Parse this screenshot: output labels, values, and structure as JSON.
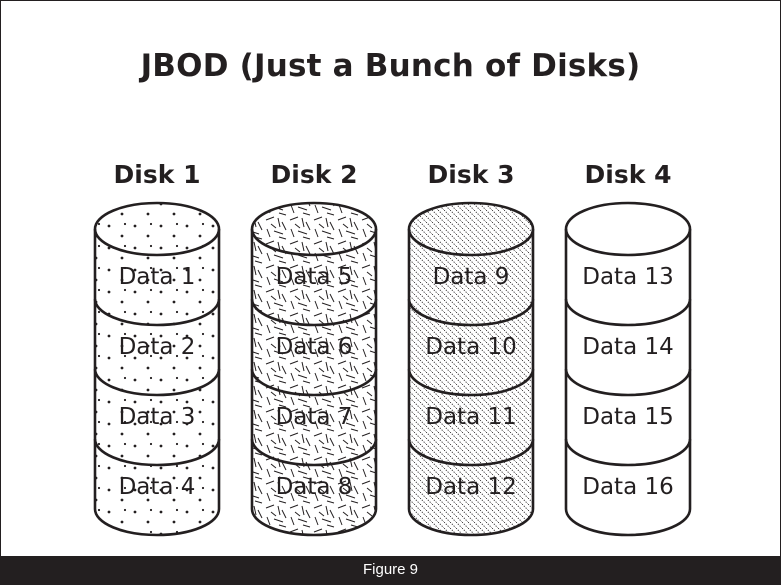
{
  "title": "JBOD (Just a Bunch of Disks)",
  "caption": "Figure 9",
  "colors": {
    "ink": "#231f20",
    "caption_bar": "#231f20",
    "caption_text": "#ffffff"
  },
  "disks": [
    {
      "label": "Disk 1",
      "texture": "dots",
      "segments": [
        "Data 1",
        "Data 2",
        "Data 3",
        "Data 4"
      ]
    },
    {
      "label": "Disk 2",
      "texture": "dashes",
      "segments": [
        "Data 5",
        "Data 6",
        "Data 7",
        "Data 8"
      ]
    },
    {
      "label": "Disk 3",
      "texture": "hatch",
      "segments": [
        "Data 9",
        "Data 10",
        "Data 11",
        "Data 12"
      ]
    },
    {
      "label": "Disk 4",
      "texture": "none",
      "segments": [
        "Data 13",
        "Data 14",
        "Data 15",
        "Data 16"
      ]
    }
  ]
}
